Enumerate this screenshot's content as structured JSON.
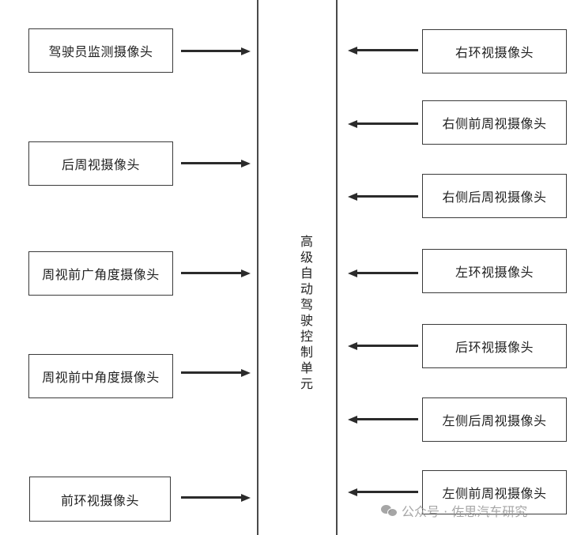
{
  "center_unit": "高级自动驾驶控制单元",
  "left_inputs": [
    "驾驶员监测摄像头",
    "后周视摄像头",
    "周视前广角度摄像头",
    "周视前中角度摄像头",
    "前环视摄像头"
  ],
  "right_inputs": [
    "右环视摄像头",
    "右侧前周视摄像头",
    "右侧后周视摄像头",
    "左环视摄像头",
    "后环视摄像头",
    "左侧后周视摄像头",
    "左侧前周视摄像头"
  ],
  "watermark": "公众号 · 佐思汽车研究",
  "colors": {
    "line": "#2b2b2b",
    "border": "#3a3a3a",
    "text": "#222222"
  }
}
